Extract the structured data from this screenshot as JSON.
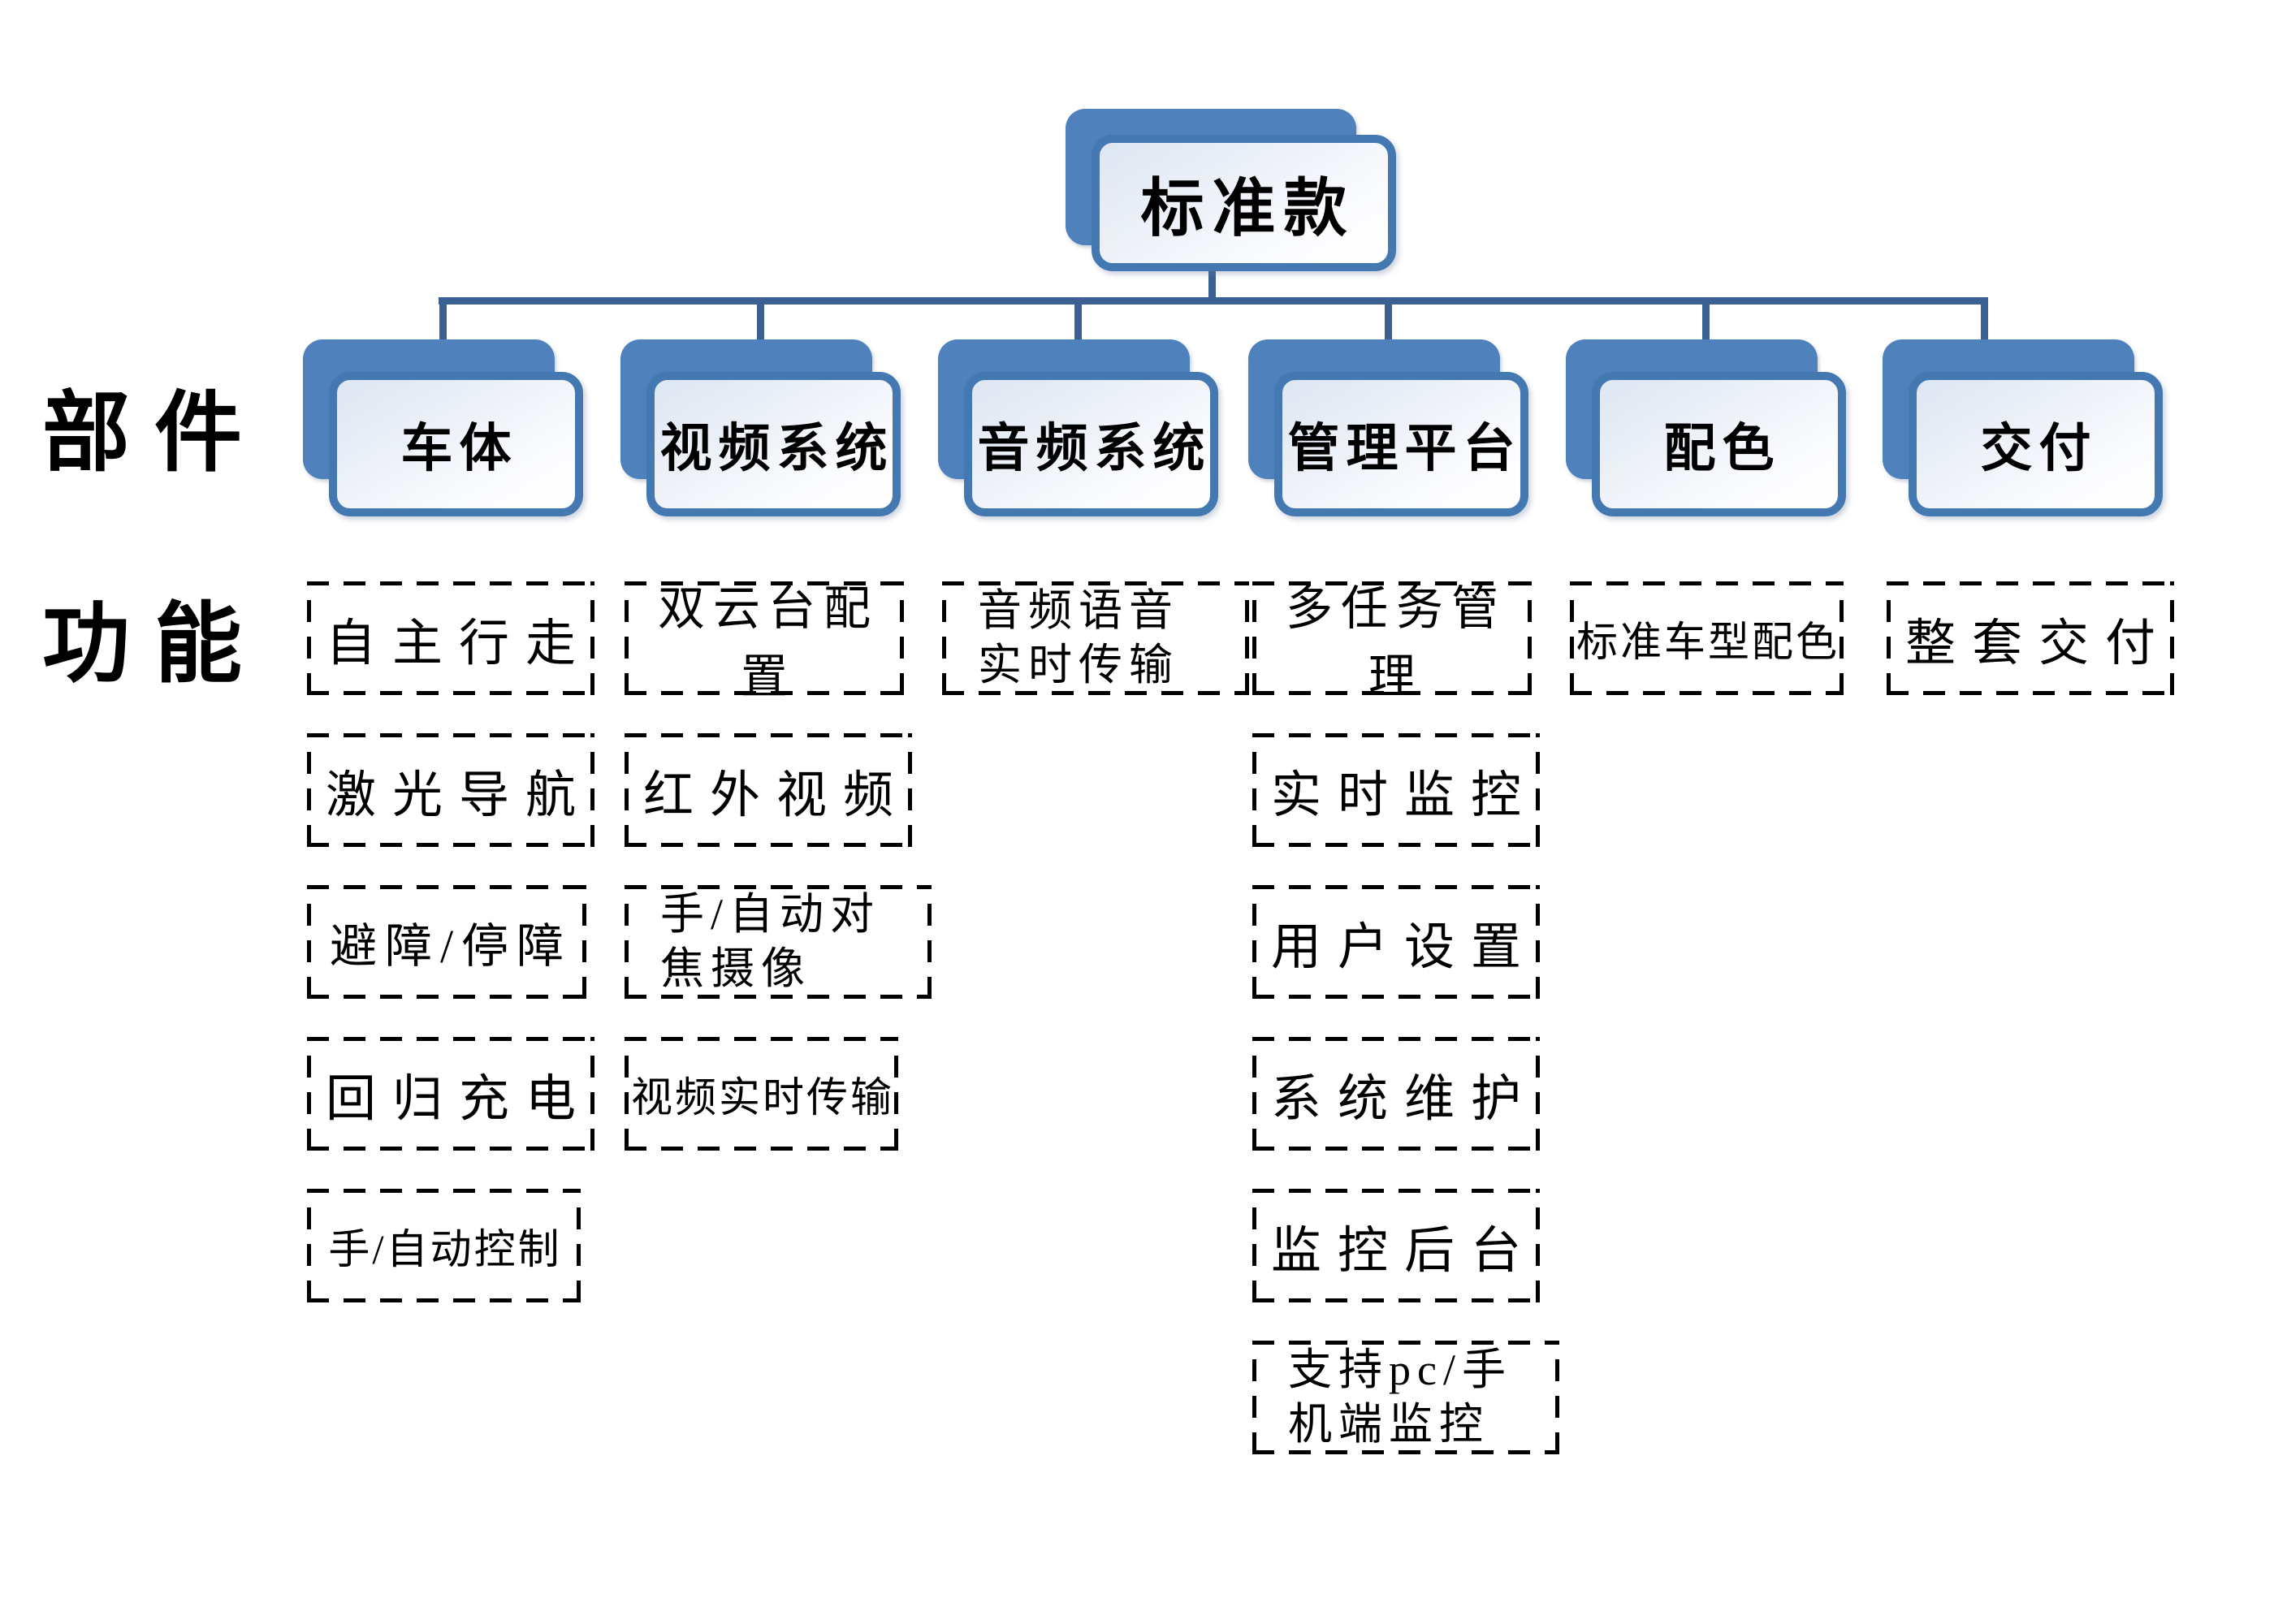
{
  "root": {
    "label": "标准款"
  },
  "labels": {
    "components": "部件",
    "functions": "功能"
  },
  "columns": [
    {
      "label": "车体",
      "functions": [
        "自主行走",
        "激光导航",
        "避障/停障",
        "回归充电",
        "手/自动控制"
      ]
    },
    {
      "label": "视频系统",
      "functions": [
        "双云台配置",
        "红外视频",
        "手/自动对\n焦摄像",
        "视频实时传输"
      ]
    },
    {
      "label": "音频系统",
      "functions": [
        "音频语音\n实时传输"
      ]
    },
    {
      "label": "管理平台",
      "functions": [
        "多任务管理",
        "实时监控",
        "用户设置",
        "系统维护",
        "监控后台",
        "支持pc/手\n机端监控"
      ]
    },
    {
      "label": "配色",
      "functions": [
        "标准车型配色"
      ]
    },
    {
      "label": "交付",
      "functions": [
        "整套交付"
      ]
    }
  ],
  "colors": {
    "card_fill": "#4F81BD",
    "card_border": "#4478B1",
    "connector": "#3A6191",
    "dashed_border": "#000000",
    "text": "#000000"
  }
}
